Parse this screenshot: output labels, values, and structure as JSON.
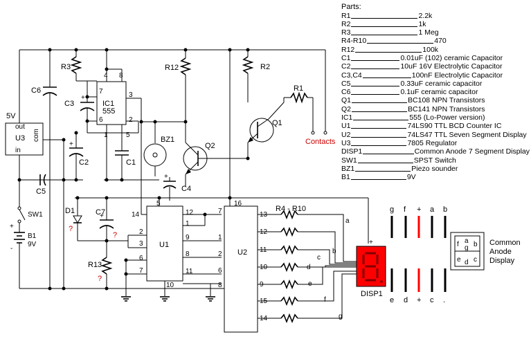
{
  "parts_list": {
    "heading": "Parts:",
    "rows": [
      {
        "ref": "R1",
        "value": "2.2k"
      },
      {
        "ref": "R2",
        "value": "1k"
      },
      {
        "ref": "R3",
        "value": "1 Meg"
      },
      {
        "ref": "R4-R10",
        "value": "470"
      },
      {
        "ref": "R12",
        "value": "100k"
      },
      {
        "ref": "C1",
        "value": "0.01uF (102)  ceramic Capacitor"
      },
      {
        "ref": "C2",
        "value": "10uF    16V Electrolytic Capacitor"
      },
      {
        "ref": "C3,C4",
        "value": "100nF Electrolytic Capacitor"
      },
      {
        "ref": "C5",
        "value": "0.33uF ceramic capacitor"
      },
      {
        "ref": "C6",
        "value": "0.1uF ceramic capacitor"
      },
      {
        "ref": "Q1",
        "value": "BC108  NPN Transistors"
      },
      {
        "ref": "Q2",
        "value": "BC141  NPN Transistors"
      },
      {
        "ref": "IC1",
        "value": "555 (Lo-Power version)"
      },
      {
        "ref": "U1",
        "value": "74LS90 TTL BCD Counter IC"
      },
      {
        "ref": "U2",
        "value": "74LS47 TTL Seven Segment Display"
      },
      {
        "ref": "U3",
        "value": "7805 Regulator"
      },
      {
        "ref": "DISP1",
        "value": "Common Anode 7 Segment Display"
      },
      {
        "ref": "SW1",
        "value": "SPST Switch"
      },
      {
        "ref": "BZ1",
        "value": "Piezo sounder"
      },
      {
        "ref": "B1",
        "value": "9V"
      }
    ]
  },
  "labels": {
    "u3_name": "U3",
    "u3_out": "out",
    "u3_in": "in",
    "u3_com": "com",
    "v5": "5V",
    "c6": "C6",
    "r3": "R3",
    "c3": "C3",
    "ic1_name": "IC1",
    "ic1_type": "555",
    "c2": "C2",
    "c1": "C1",
    "r12": "R12",
    "r2": "R2",
    "r1": "R1",
    "q1": "Q1",
    "q2": "Q2",
    "bz1": "BZ1",
    "c4": "C4",
    "c5": "C5",
    "contacts": "Contacts",
    "sw1": "SW1",
    "b1": "B1",
    "b1v": "9V",
    "d1": "D1",
    "c7": "C7",
    "r13": "R13",
    "question": "?",
    "u1": "U1",
    "u2": "U2",
    "r4r10": "R4 - R10",
    "disp1": "DISP1",
    "plus": "+",
    "minus": "-",
    "common_anode_1": "Common",
    "common_anode_2": "Anode",
    "common_anode_3": "Display"
  },
  "ic1_pins": [
    "4",
    "8",
    "7",
    "3",
    "6",
    "2",
    "1",
    "5"
  ],
  "u1_pins": [
    "14",
    "12",
    "1",
    "2",
    "3",
    "6",
    "7",
    "9",
    "8",
    "11",
    "10",
    "5"
  ],
  "u2_pins": [
    "16",
    "7",
    "1",
    "2",
    "6",
    "8",
    "13",
    "12",
    "11",
    "10",
    "9",
    "15",
    "14"
  ],
  "segments": [
    "a",
    "b",
    "c",
    "d",
    "e",
    "f",
    "g"
  ],
  "pinout_top": [
    "g",
    "f",
    "+",
    "a",
    "b"
  ],
  "pinout_bottom": [
    "e",
    "d",
    "+",
    "c",
    "."
  ],
  "seg_box": {
    "row1": [
      "f",
      "a",
      "b"
    ],
    "mid": "g",
    "row2": [
      "e",
      "d",
      "c"
    ]
  },
  "colors": {
    "display_red": "#ff0000",
    "display_dark": "#800000",
    "pin_red": "#ff0000",
    "question_red": "#cc0000",
    "contacts_red": "#cc0000"
  }
}
